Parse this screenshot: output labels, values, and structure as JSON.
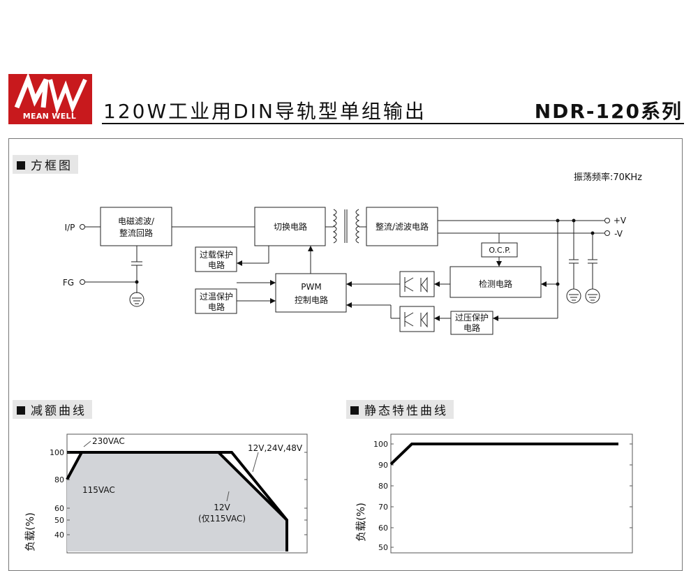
{
  "header": {
    "brand": "MEAN WELL",
    "title": "120W工业用DIN导轨型单组输出",
    "series": "NDR-120系列"
  },
  "block_diagram": {
    "heading": "方框图",
    "frequency": "振荡频率:70KHz",
    "labels": {
      "ip": "I/P",
      "fg": "FG",
      "vplus": "+V",
      "vminus": "-V",
      "emi_1": "电磁滤波/",
      "emi_2": "整流回路",
      "switch": "切换电路",
      "rect": "整流/滤波电路",
      "ocp": "O.C.P.",
      "overload_1": "过载保护",
      "overload_2": "电路",
      "overtemp_1": "过温保护",
      "overtemp_2": "电路",
      "pwm_1": "PWM",
      "pwm_2": "控制电路",
      "detect": "检测电路",
      "ovp_1": "过压保护",
      "ovp_2": "电路"
    }
  },
  "derating": {
    "heading": "减额曲线",
    "ylabel": "负载(%)",
    "ticks": [
      "100",
      "80",
      "60",
      "50",
      "40"
    ],
    "annotations": {
      "a230": "230VAC",
      "a115": "115VAC",
      "v_all": "12V,24V,48V",
      "v12": "12V",
      "v12_only": "(仅115VAC)"
    }
  },
  "static": {
    "heading": "静态特性曲线",
    "ylabel": "负载(%)",
    "ticks": [
      "100",
      "90",
      "80",
      "70",
      "60",
      "50"
    ]
  },
  "colors": {
    "brand_red": "#c8191d",
    "shade": "#d2d4d8"
  }
}
